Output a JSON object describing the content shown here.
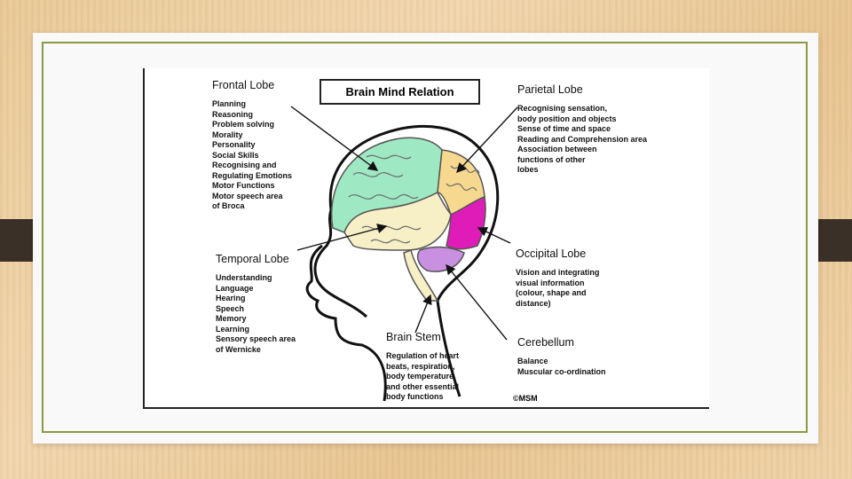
{
  "title": "Brain Mind Relation",
  "lobes": {
    "frontal": {
      "name": "Frontal Lobe",
      "functions": [
        "Planning",
        "Reasoning",
        "Problem solving",
        "Morality",
        "Personality",
        "Social Skills",
        "Recognising and",
        "Regulating Emotions",
        "Motor Functions",
        "Motor speech area",
        "of Broca"
      ]
    },
    "parietal": {
      "name": "Parietal Lobe",
      "functions": [
        "Recognising sensation,",
        "body position and objects",
        "Sense of time and space",
        "Reading and Comprehension area",
        "Association between",
        "functions of other",
        "lobes"
      ]
    },
    "temporal": {
      "name": "Temporal Lobe",
      "functions": [
        "Understanding",
        "Language",
        "Hearing",
        "Speech",
        "Memory",
        "Learning",
        "Sensory speech area",
        "of Wernicke"
      ]
    },
    "occipital": {
      "name": "Occipital Lobe",
      "functions": [
        "Vision and integrating",
        "visual information",
        "(colour, shape and",
        "distance)"
      ]
    },
    "brainstem": {
      "name": "Brain Stem",
      "functions": [
        "Regulation of heart",
        "beats, respiration,",
        "body temperature",
        "and other essential",
        "body functions"
      ]
    },
    "cerebellum": {
      "name": "Cerebellum",
      "functions": [
        "Balance",
        "Muscular co-ordination"
      ]
    }
  },
  "copyright": "©MSM",
  "colors": {
    "frontal": "#9fe8c4",
    "parietal": "#f6d98e",
    "temporal": "#f7f0c6",
    "occipital": "#e01cb8",
    "cerebellum": "#c98fe0",
    "frame": "#8a9a43"
  }
}
